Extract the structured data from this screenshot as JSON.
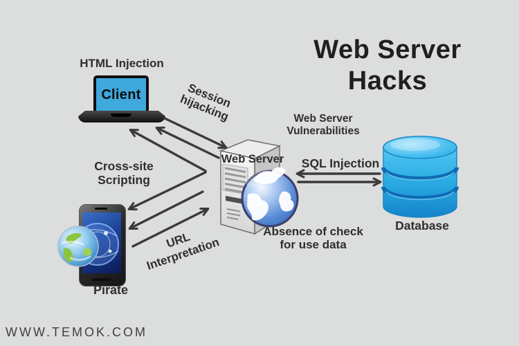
{
  "title": {
    "line1": "Web Server",
    "line2": "Hacks"
  },
  "watermark": "WWW.TEMOK.COM",
  "nodes": {
    "client": {
      "name": "Client",
      "attack_label": "HTML Injection"
    },
    "web_server": {
      "name": "Web Server"
    },
    "pirate": {
      "name": "Pirate"
    },
    "database": {
      "name": "Database"
    }
  },
  "edge_labels": {
    "session_hijacking": {
      "line1": "Session",
      "line2": "hijacking"
    },
    "cross_site_scripting": {
      "line1": "Cross-site",
      "line2": "Scripting"
    },
    "url_interpretation": {
      "line1": "URL",
      "line2": "Interpretation"
    },
    "web_server_vulnerabilities": {
      "line1": "Web Server",
      "line2": "Vulnerabilities"
    },
    "sql_injection": {
      "label": "SQL Injection"
    },
    "absence_of_check": {
      "line1": "Absence of check",
      "line2": "for use data"
    }
  },
  "icons": {
    "client": "laptop-icon",
    "pirate": "smartphone-globe-icon",
    "web_server": "server-tower-globe-icon",
    "database": "database-cylinder-icon"
  },
  "colors": {
    "background": "#dcdddd",
    "text": "#2e2e2e",
    "title": "#1f1f1f",
    "arrow": "#3a3a3a",
    "client_screen": "#3fa8dc",
    "database_blue": "#29abe2"
  }
}
